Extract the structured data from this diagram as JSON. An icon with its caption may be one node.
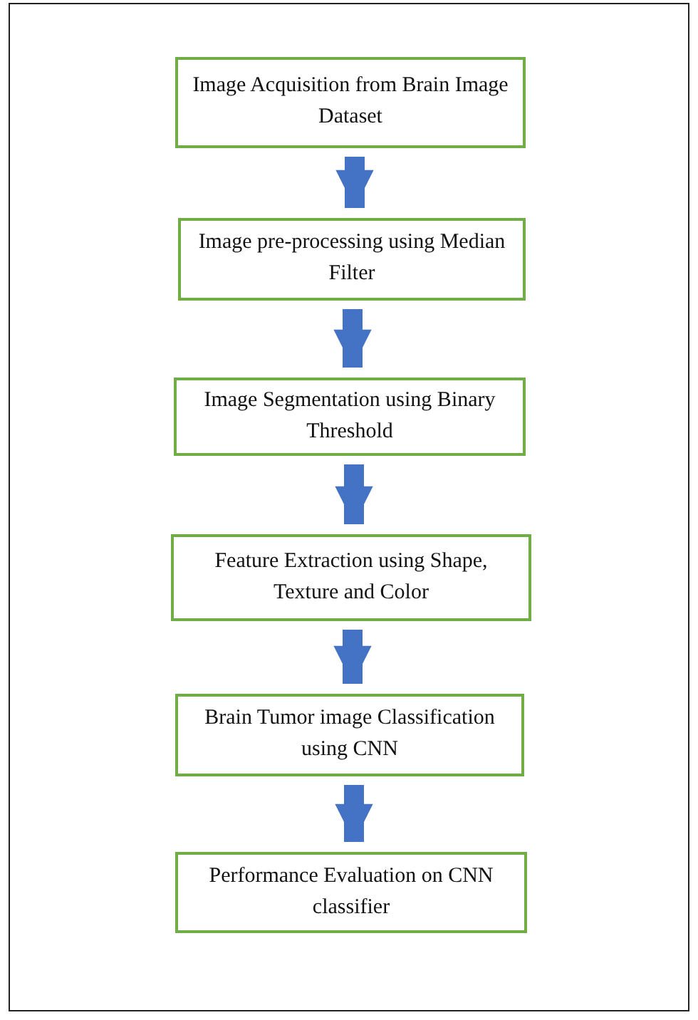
{
  "diagram": {
    "nodes": [
      {
        "text": [
          "Image Acquisition from Brain Image Dataset"
        ]
      },
      {
        "text": [
          "Image pre-processing using Median Filter"
        ]
      },
      {
        "text": [
          "Image Segmentation using Binary Threshold"
        ]
      },
      {
        "text": [
          "Feature Extraction using Shape, Texture and Color"
        ]
      },
      {
        "text": [
          "Brain Tumor image Classification using CNN"
        ]
      },
      {
        "text": [
          "Performance Evaluation on CNN classifier"
        ]
      }
    ],
    "edges": [
      {
        "from": 0,
        "to": 1,
        "arrow": "to"
      },
      {
        "from": 1,
        "to": 2,
        "arrow": "to"
      },
      {
        "from": 2,
        "to": 3,
        "arrow": "to"
      },
      {
        "from": 3,
        "to": 4,
        "arrow": "to"
      },
      {
        "from": 4,
        "to": 5,
        "arrow": "to"
      }
    ]
  }
}
